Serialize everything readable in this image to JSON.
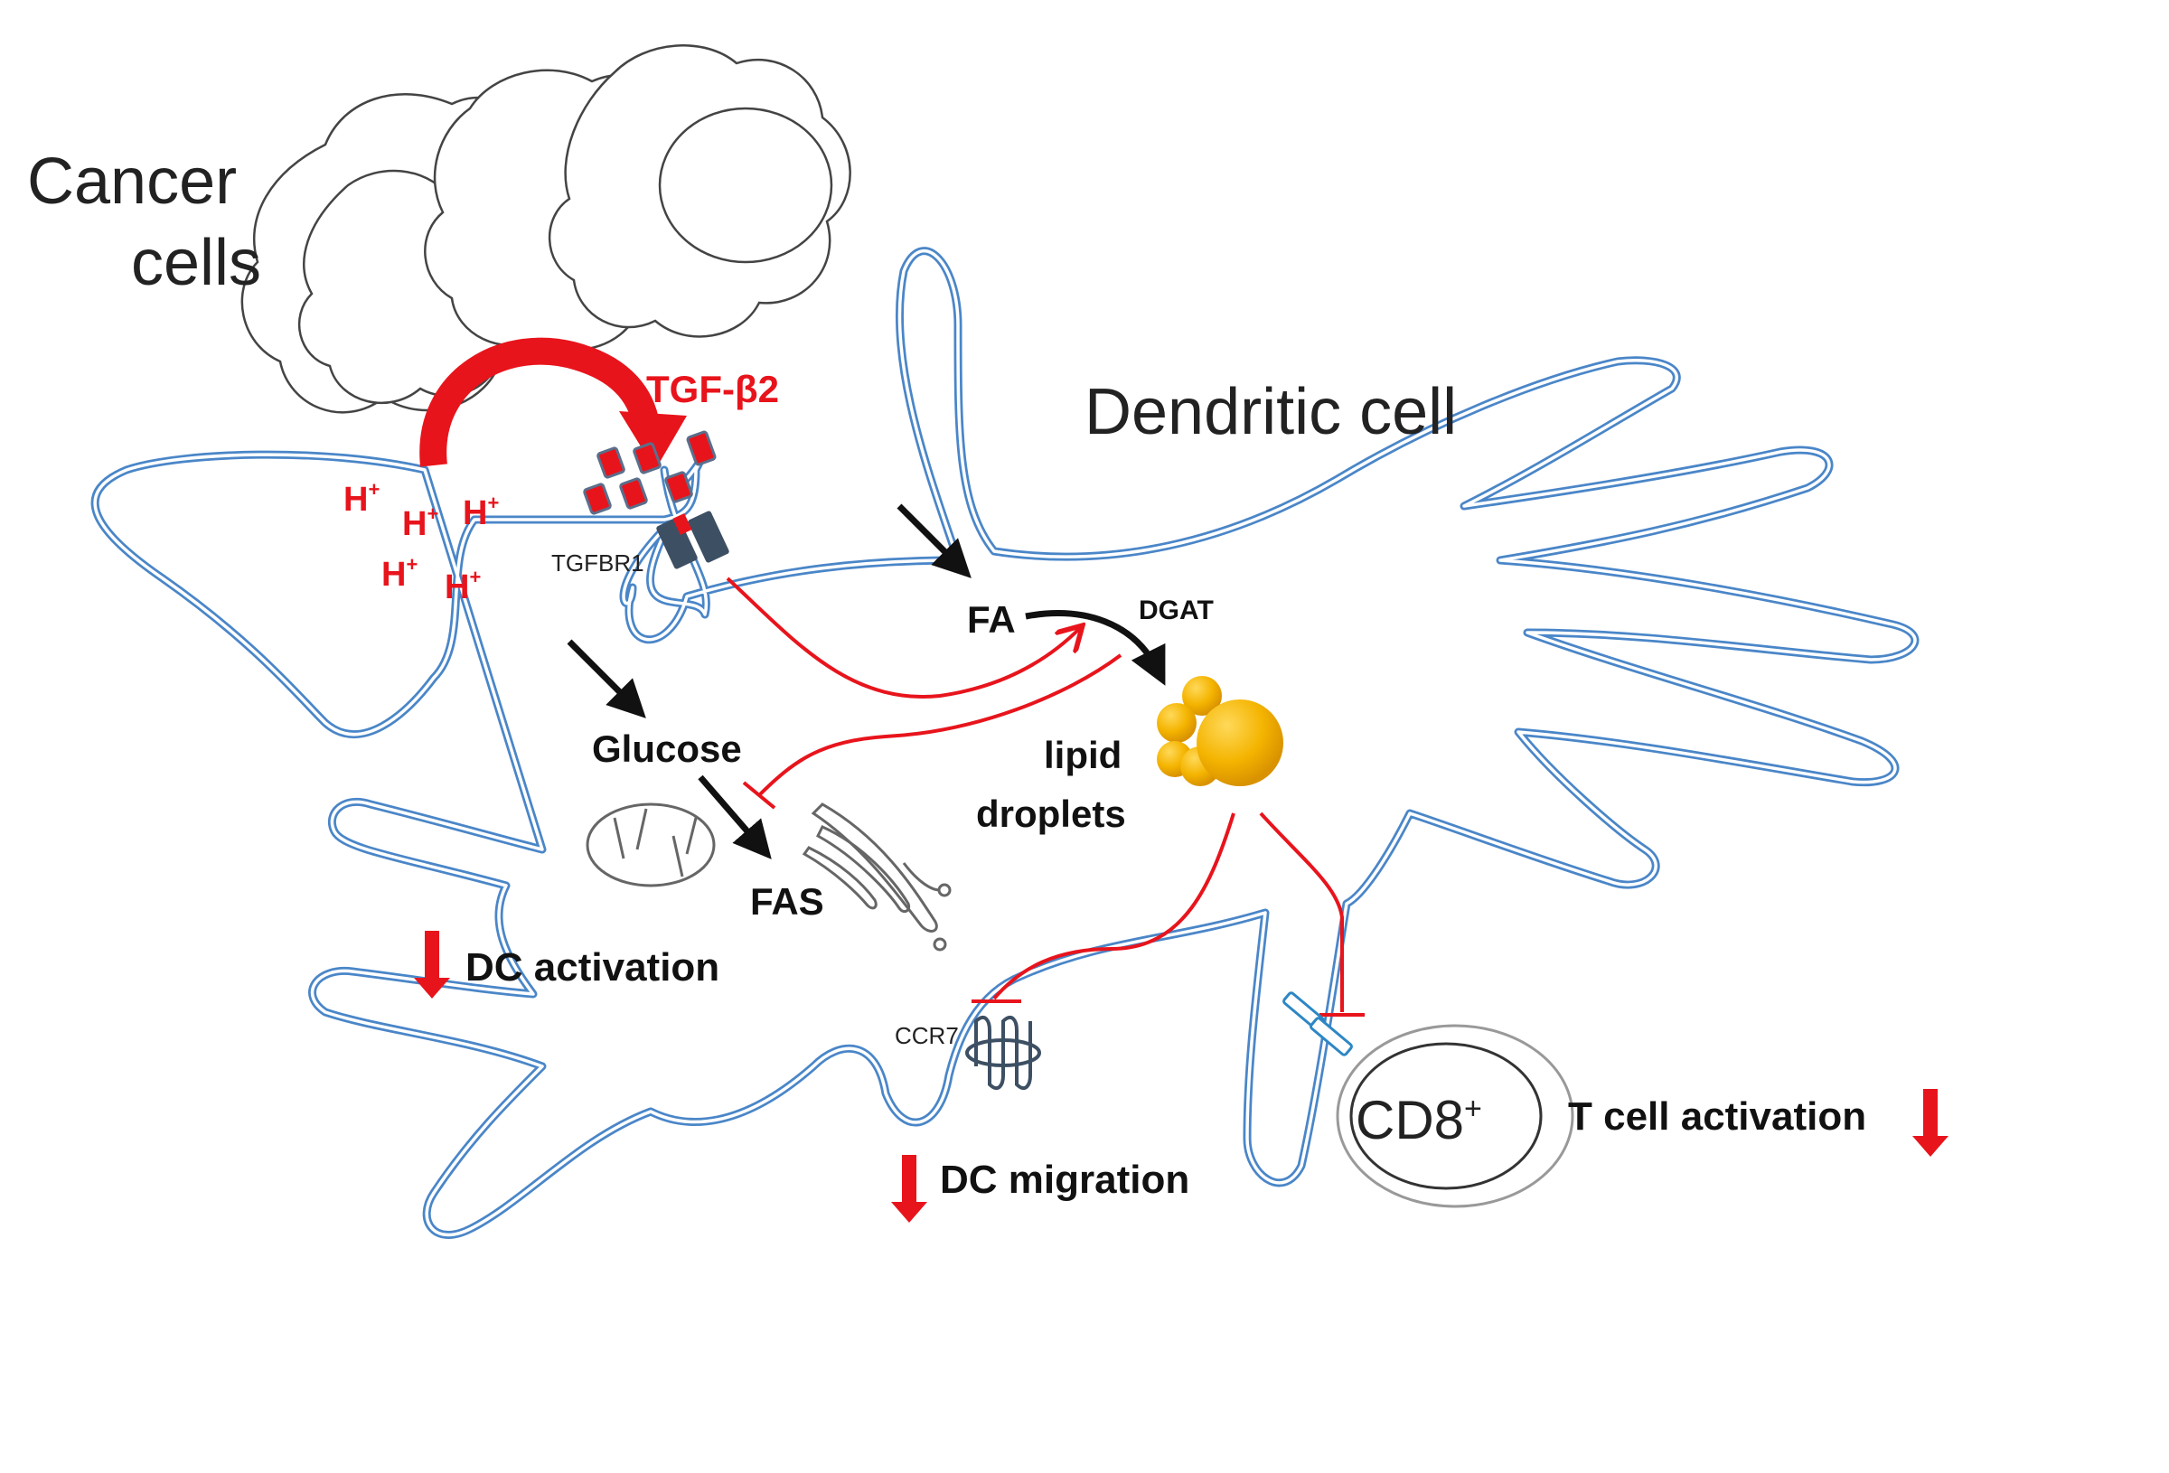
{
  "labels": {
    "cancer_cells_line1": "Cancer",
    "cancer_cells_line2": "cells",
    "dendritic_cell": "Dendritic cell",
    "tgf_b2": "TGF-β2",
    "h_ion": "H",
    "h_charge": "+",
    "tgfbr1": "TGFBR1",
    "fa": "FA",
    "dgat": "DGAT",
    "glucose": "Glucose",
    "fas": "FAS",
    "lipid_line1": "lipid",
    "lipid_line2": "droplets",
    "dc_activation": "DC activation",
    "ccr7": "CCR7",
    "dc_migration": "DC migration",
    "cd8": "CD8",
    "cd8_sup": "+",
    "t_cell_activation": "T cell activation"
  },
  "colors": {
    "membrane": "#4a86c8",
    "red": "#e8141c",
    "black": "#111111",
    "receptor": "#3d4f63",
    "lipid": "#f4b400",
    "organelle": "#666666",
    "cancer_outline": "#444444"
  },
  "icons": {
    "mitochondrion": "mitochondrion-icon",
    "golgi": "golgi-apparatus-icon",
    "receptor": "tgfbr1-receptor-icon",
    "ccr7": "ccr7-receptor-icon",
    "tcr": "tcr-receptor-icon",
    "lipid": "lipid-droplets-icon",
    "down_arrow": "down-arrow-icon"
  }
}
